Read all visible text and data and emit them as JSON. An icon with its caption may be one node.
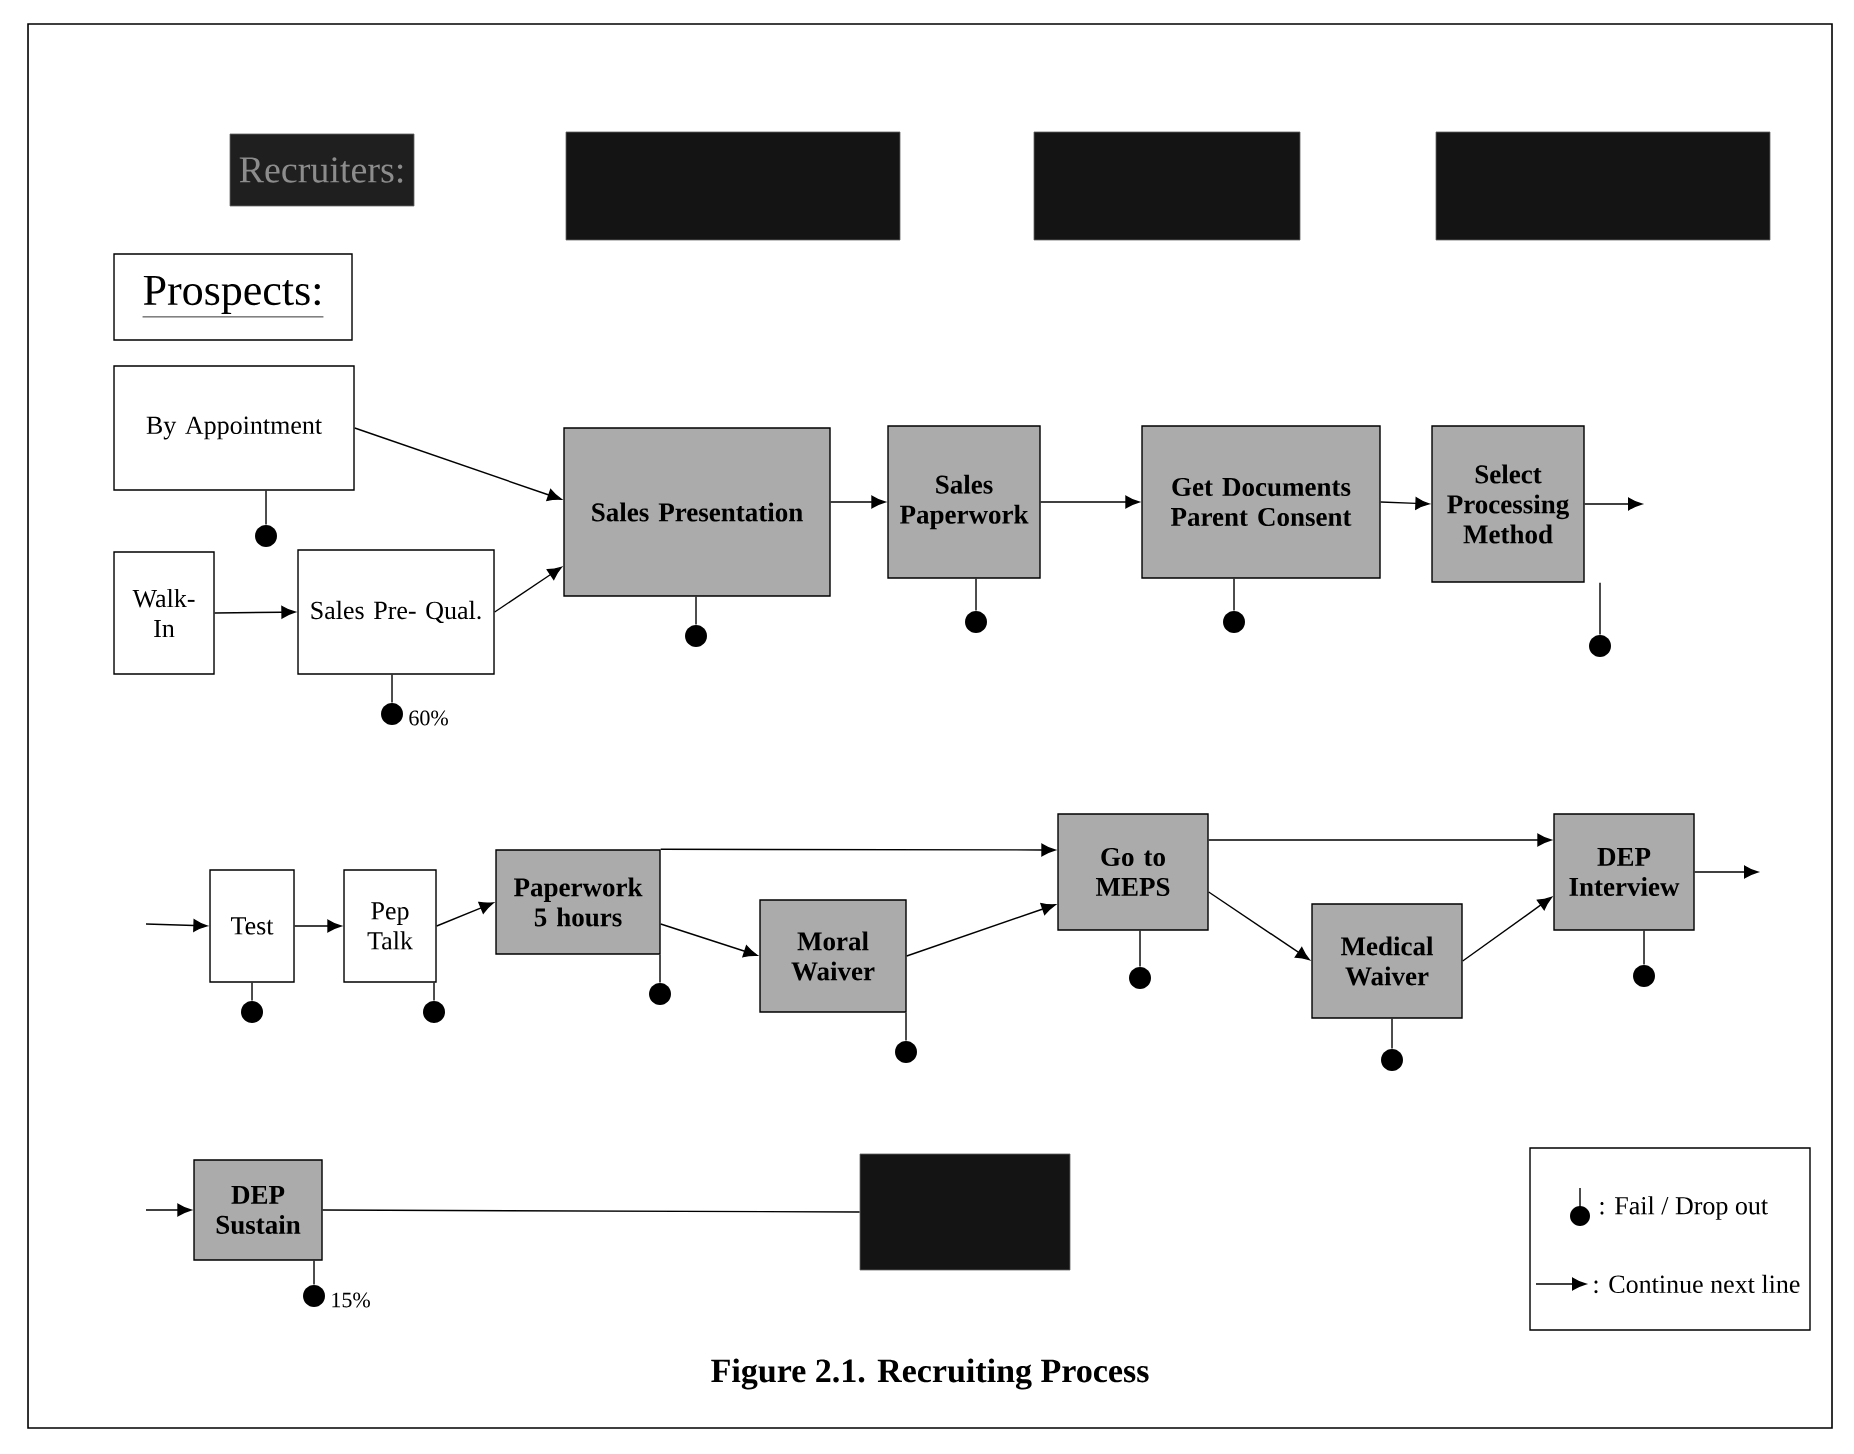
{
  "diagram": {
    "caption": "Figure 2.1.  Recruiting Process",
    "nodes": [
      {
        "text": [
          "Recruiters:"
        ]
      },
      {
        "text": [],
        "shape": "box"
      },
      {
        "text": [],
        "shape": "box"
      },
      {
        "text": [],
        "shape": "box"
      },
      {
        "text": [
          "Prospects:"
        ]
      },
      {
        "text": [
          "By Appointment"
        ]
      },
      {
        "text": [
          "Walk- In"
        ]
      },
      {
        "text": [
          "Sales Pre- Qual."
        ]
      },
      {
        "text": [
          "Sales Presentation"
        ]
      },
      {
        "text": [
          "Sales Paperwork"
        ]
      },
      {
        "text": [
          "Get Documents Parent Consent"
        ]
      },
      {
        "text": [
          "Select Processing Method"
        ]
      },
      {
        "text": [
          "Test"
        ]
      },
      {
        "text": [
          "Pep Talk"
        ]
      },
      {
        "text": [
          "Paperwork 5 hours"
        ]
      },
      {
        "text": [
          "Moral Waiver"
        ]
      },
      {
        "text": [
          "Go to MEPS"
        ]
      },
      {
        "text": [
          "Medical Waiver"
        ]
      },
      {
        "text": [
          "DEP Interview"
        ]
      },
      {
        "text": [
          "DEP Sustain"
        ]
      },
      {
        "text": [],
        "shape": "box"
      },
      {
        "text": [],
        "shape": "circle"
      },
      {
        "text": [],
        "shape": "circle",
        "beside": [
          "60%"
        ]
      },
      {
        "text": [],
        "shape": "circle"
      },
      {
        "text": [],
        "shape": "circle"
      },
      {
        "text": [],
        "shape": "circle"
      },
      {
        "text": [],
        "shape": "circle"
      },
      {
        "text": [],
        "shape": "circle"
      },
      {
        "text": [],
        "shape": "circle"
      },
      {
        "text": [],
        "shape": "circle"
      },
      {
        "text": [],
        "shape": "circle"
      },
      {
        "text": [],
        "shape": "circle"
      },
      {
        "text": [],
        "shape": "circle"
      },
      {
        "text": [],
        "shape": "circle"
      },
      {
        "text": [],
        "shape": "circle",
        "beside": [
          "15%"
        ]
      }
    ],
    "edges": [
      {
        "from": 5,
        "to": 8,
        "arrow": "to"
      },
      {
        "from": 6,
        "to": 7,
        "arrow": "to"
      },
      {
        "from": 7,
        "to": 8,
        "arrow": "to"
      },
      {
        "from": 8,
        "to": 9,
        "arrow": "to"
      },
      {
        "from": 9,
        "to": 10,
        "arrow": "to"
      },
      {
        "from": 10,
        "to": 11,
        "arrow": "to"
      },
      {
        "from": 11,
        "to": null,
        "arrow": "to"
      },
      {
        "from": null,
        "to": 12,
        "arrow": "to"
      },
      {
        "from": 12,
        "to": 13,
        "arrow": "to"
      },
      {
        "from": 13,
        "to": 14,
        "arrow": "to"
      },
      {
        "from": 14,
        "to": 16,
        "arrow": "to"
      },
      {
        "from": 14,
        "to": 15,
        "arrow": "to"
      },
      {
        "from": 15,
        "to": 16,
        "arrow": "to"
      },
      {
        "from": 16,
        "to": 18,
        "arrow": "to"
      },
      {
        "from": 16,
        "to": 17,
        "arrow": "to"
      },
      {
        "from": 17,
        "to": 18,
        "arrow": "to"
      },
      {
        "from": 18,
        "to": null,
        "arrow": "to"
      },
      {
        "from": null,
        "to": 19,
        "arrow": "to"
      },
      {
        "from": 19,
        "to": 20,
        "arrow": "none"
      },
      {
        "from": 5,
        "to": 21,
        "arrow": "none"
      },
      {
        "from": 7,
        "to": 22,
        "arrow": "none"
      },
      {
        "from": 8,
        "to": 23,
        "arrow": "none"
      },
      {
        "from": 9,
        "to": 24,
        "arrow": "none"
      },
      {
        "from": 10,
        "to": 25,
        "arrow": "none"
      },
      {
        "from": 11,
        "to": 26,
        "arrow": "none"
      },
      {
        "from": 12,
        "to": 27,
        "arrow": "none"
      },
      {
        "from": 13,
        "to": 28,
        "arrow": "none"
      },
      {
        "from": 14,
        "to": 29,
        "arrow": "none"
      },
      {
        "from": 15,
        "to": 30,
        "arrow": "none"
      },
      {
        "from": 16,
        "to": 31,
        "arrow": "none"
      },
      {
        "from": 17,
        "to": 32,
        "arrow": "none"
      },
      {
        "from": 18,
        "to": 33,
        "arrow": "none"
      },
      {
        "from": 19,
        "to": 34,
        "arrow": "none"
      }
    ],
    "legend": [
      {
        "text": ": Fail / Drop out"
      },
      {
        "text": ": Continue next line"
      }
    ]
  }
}
